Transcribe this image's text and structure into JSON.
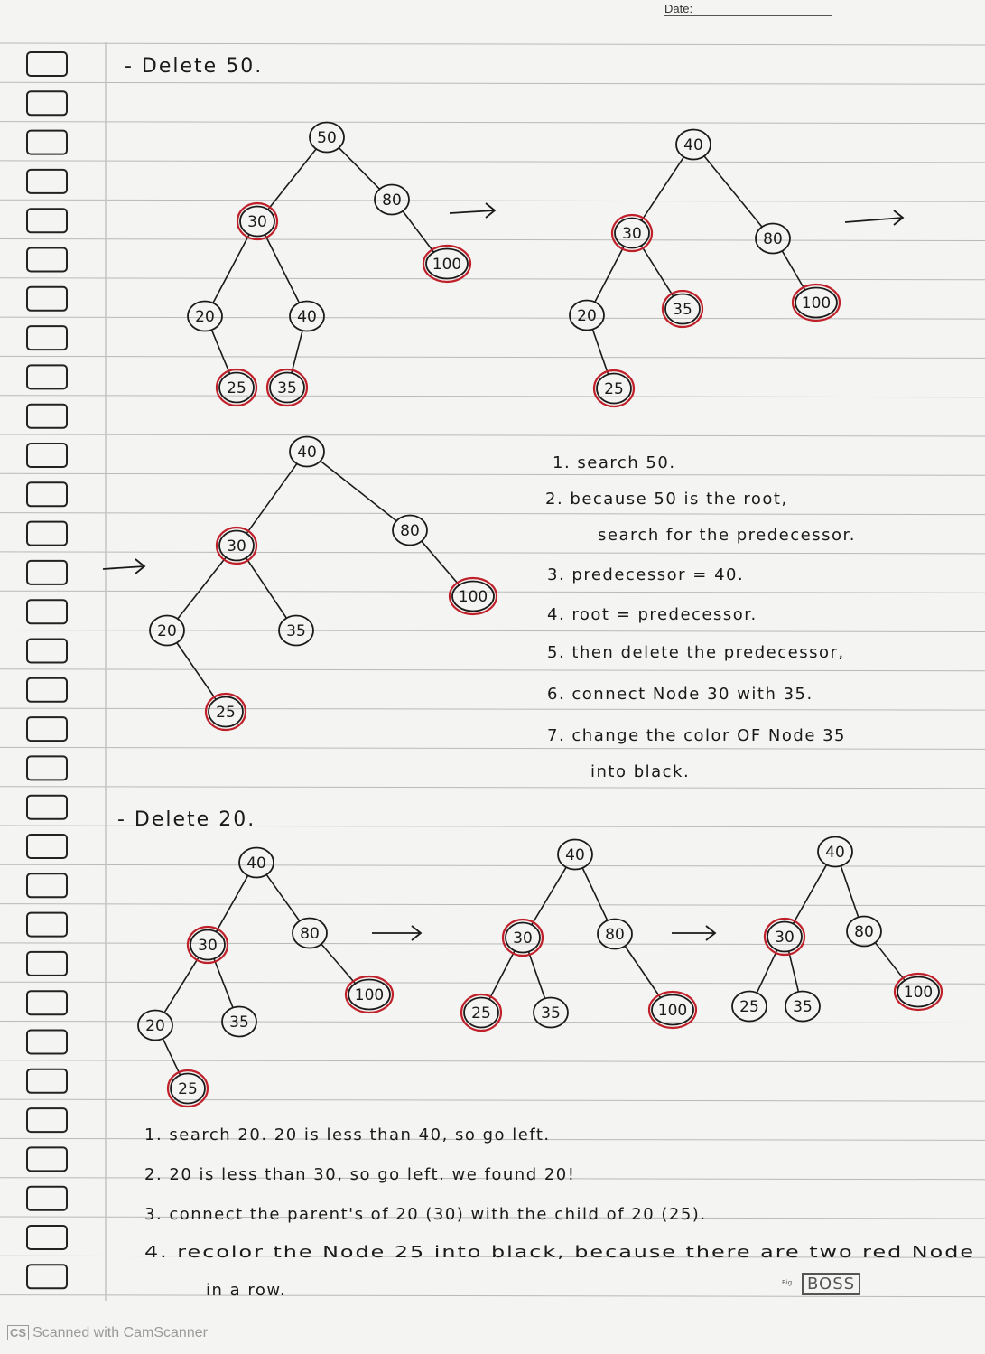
{
  "header": {
    "date_label": "Date:"
  },
  "section1": {
    "title": "- Delete 50.",
    "trees": [
      {
        "nodes": [
          {
            "id": "n50",
            "label": "50",
            "color": "black"
          },
          {
            "id": "n30",
            "label": "30",
            "color": "red"
          },
          {
            "id": "n80",
            "label": "80",
            "color": "black"
          },
          {
            "id": "n100",
            "label": "100",
            "color": "red"
          },
          {
            "id": "n20",
            "label": "20",
            "color": "black"
          },
          {
            "id": "n40",
            "label": "40",
            "color": "black"
          },
          {
            "id": "n25",
            "label": "25",
            "color": "red"
          },
          {
            "id": "n35",
            "label": "35",
            "color": "red"
          }
        ],
        "edges": [
          [
            "n50",
            "n30"
          ],
          [
            "n50",
            "n80"
          ],
          [
            "n80",
            "n100"
          ],
          [
            "n30",
            "n20"
          ],
          [
            "n30",
            "n40"
          ],
          [
            "n20",
            "n25"
          ],
          [
            "n40",
            "n35"
          ]
        ]
      },
      {
        "nodes": [
          {
            "id": "n40",
            "label": "40",
            "color": "black"
          },
          {
            "id": "n30",
            "label": "30",
            "color": "red"
          },
          {
            "id": "n80",
            "label": "80",
            "color": "black"
          },
          {
            "id": "n20",
            "label": "20",
            "color": "black"
          },
          {
            "id": "n35",
            "label": "35",
            "color": "red"
          },
          {
            "id": "n100",
            "label": "100",
            "color": "red"
          },
          {
            "id": "n25",
            "label": "25",
            "color": "red"
          }
        ],
        "edges": [
          [
            "n40",
            "n30"
          ],
          [
            "n40",
            "n80"
          ],
          [
            "n30",
            "n20"
          ],
          [
            "n30",
            "n35"
          ],
          [
            "n80",
            "n100"
          ],
          [
            "n20",
            "n25"
          ]
        ]
      },
      {
        "nodes": [
          {
            "id": "n40",
            "label": "40",
            "color": "black"
          },
          {
            "id": "n30",
            "label": "30",
            "color": "red"
          },
          {
            "id": "n80",
            "label": "80",
            "color": "black"
          },
          {
            "id": "n100",
            "label": "100",
            "color": "red"
          },
          {
            "id": "n20",
            "label": "20",
            "color": "black"
          },
          {
            "id": "n35",
            "label": "35",
            "color": "black"
          },
          {
            "id": "n25",
            "label": "25",
            "color": "red"
          }
        ],
        "edges": [
          [
            "n40",
            "n30"
          ],
          [
            "n40",
            "n80"
          ],
          [
            "n80",
            "n100"
          ],
          [
            "n30",
            "n20"
          ],
          [
            "n30",
            "n35"
          ],
          [
            "n20",
            "n25"
          ]
        ]
      }
    ],
    "steps": [
      "1. search 50.",
      "2. because 50 is the root,",
      "search for the predecessor.",
      "3. predecessor = 40.",
      "4. root = predecessor.",
      "5. then delete the predecessor,",
      "6. connect Node 30 with 35.",
      "7. change the color OF Node 35",
      "into black."
    ]
  },
  "section2": {
    "title": "- Delete 20.",
    "trees": [
      {
        "nodes": [
          {
            "id": "n40",
            "label": "40",
            "color": "black"
          },
          {
            "id": "n30",
            "label": "30",
            "color": "red"
          },
          {
            "id": "n80",
            "label": "80",
            "color": "black"
          },
          {
            "id": "n100",
            "label": "100",
            "color": "red"
          },
          {
            "id": "n20",
            "label": "20",
            "color": "black"
          },
          {
            "id": "n35",
            "label": "35",
            "color": "black"
          },
          {
            "id": "n25",
            "label": "25",
            "color": "red"
          }
        ],
        "edges": [
          [
            "n40",
            "n30"
          ],
          [
            "n40",
            "n80"
          ],
          [
            "n80",
            "n100"
          ],
          [
            "n30",
            "n20"
          ],
          [
            "n30",
            "n35"
          ],
          [
            "n20",
            "n25"
          ]
        ]
      },
      {
        "nodes": [
          {
            "id": "n40",
            "label": "40",
            "color": "black"
          },
          {
            "id": "n30",
            "label": "30",
            "color": "red"
          },
          {
            "id": "n80",
            "label": "80",
            "color": "black"
          },
          {
            "id": "n25",
            "label": "25",
            "color": "red"
          },
          {
            "id": "n35",
            "label": "35",
            "color": "black"
          },
          {
            "id": "n100",
            "label": "100",
            "color": "red"
          }
        ],
        "edges": [
          [
            "n40",
            "n30"
          ],
          [
            "n40",
            "n80"
          ],
          [
            "n30",
            "n25"
          ],
          [
            "n30",
            "n35"
          ],
          [
            "n80",
            "n100"
          ]
        ]
      },
      {
        "nodes": [
          {
            "id": "n40",
            "label": "40",
            "color": "black"
          },
          {
            "id": "n30",
            "label": "30",
            "color": "red"
          },
          {
            "id": "n80",
            "label": "80",
            "color": "black"
          },
          {
            "id": "n25",
            "label": "25",
            "color": "black"
          },
          {
            "id": "n35",
            "label": "35",
            "color": "black"
          },
          {
            "id": "n100",
            "label": "100",
            "color": "red"
          }
        ],
        "edges": [
          [
            "n40",
            "n30"
          ],
          [
            "n40",
            "n80"
          ],
          [
            "n30",
            "n25"
          ],
          [
            "n30",
            "n35"
          ],
          [
            "n80",
            "n100"
          ]
        ]
      }
    ],
    "steps": [
      "1. search 20. 20 is less than 40, so go left.",
      "2. 20 is less than 30, so go left. we found 20!",
      "3. connect the parent's of 20 (30) with the child of 20 (25).",
      "4. recolor the Node 25 into black, because there are two red Node",
      "in a row."
    ]
  },
  "footer": {
    "scanner_logo": "CS",
    "scanner_text": "Scanned with CamScanner",
    "brand": "BOSS",
    "brand_small": "Big"
  },
  "colors": {
    "ink": "#1a1a1a",
    "red": "#c0202a",
    "line": "#b9b9b9",
    "paper": "#f4f4f2"
  }
}
